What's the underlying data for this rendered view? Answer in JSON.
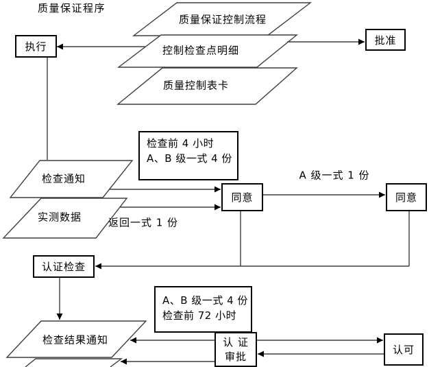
{
  "title": "质量保证程序",
  "nodes": {
    "doc_flow": "质量保证控制流程",
    "doc_checkpoints": "控制检查点明细",
    "doc_card": "质量控制表卡",
    "execute": "执行",
    "approve": "批准",
    "notice": "检查通知",
    "measured": "实测数据",
    "agree_left": "同意",
    "agree_right": "同意",
    "cert_inspect": "认证检查",
    "result_notice": "检查结果通知",
    "cert_review_line1": "认 证",
    "cert_review_line2": "审批",
    "accept": "认可"
  },
  "annotations": {
    "note_top_line1": "检查前 4 小时",
    "note_top_line2": "A、B 级一式 4 份",
    "label_a_level": "A 级一式 1 份",
    "label_return": "返回一式 1 份",
    "note_bottom_line1": "A、B 级一式 4 份",
    "note_bottom_line2": "检查前 72 小时"
  },
  "colors": {
    "background": "#ffffff",
    "line": "#3d3d3d",
    "box_border": "#000000",
    "text": "#000000"
  }
}
